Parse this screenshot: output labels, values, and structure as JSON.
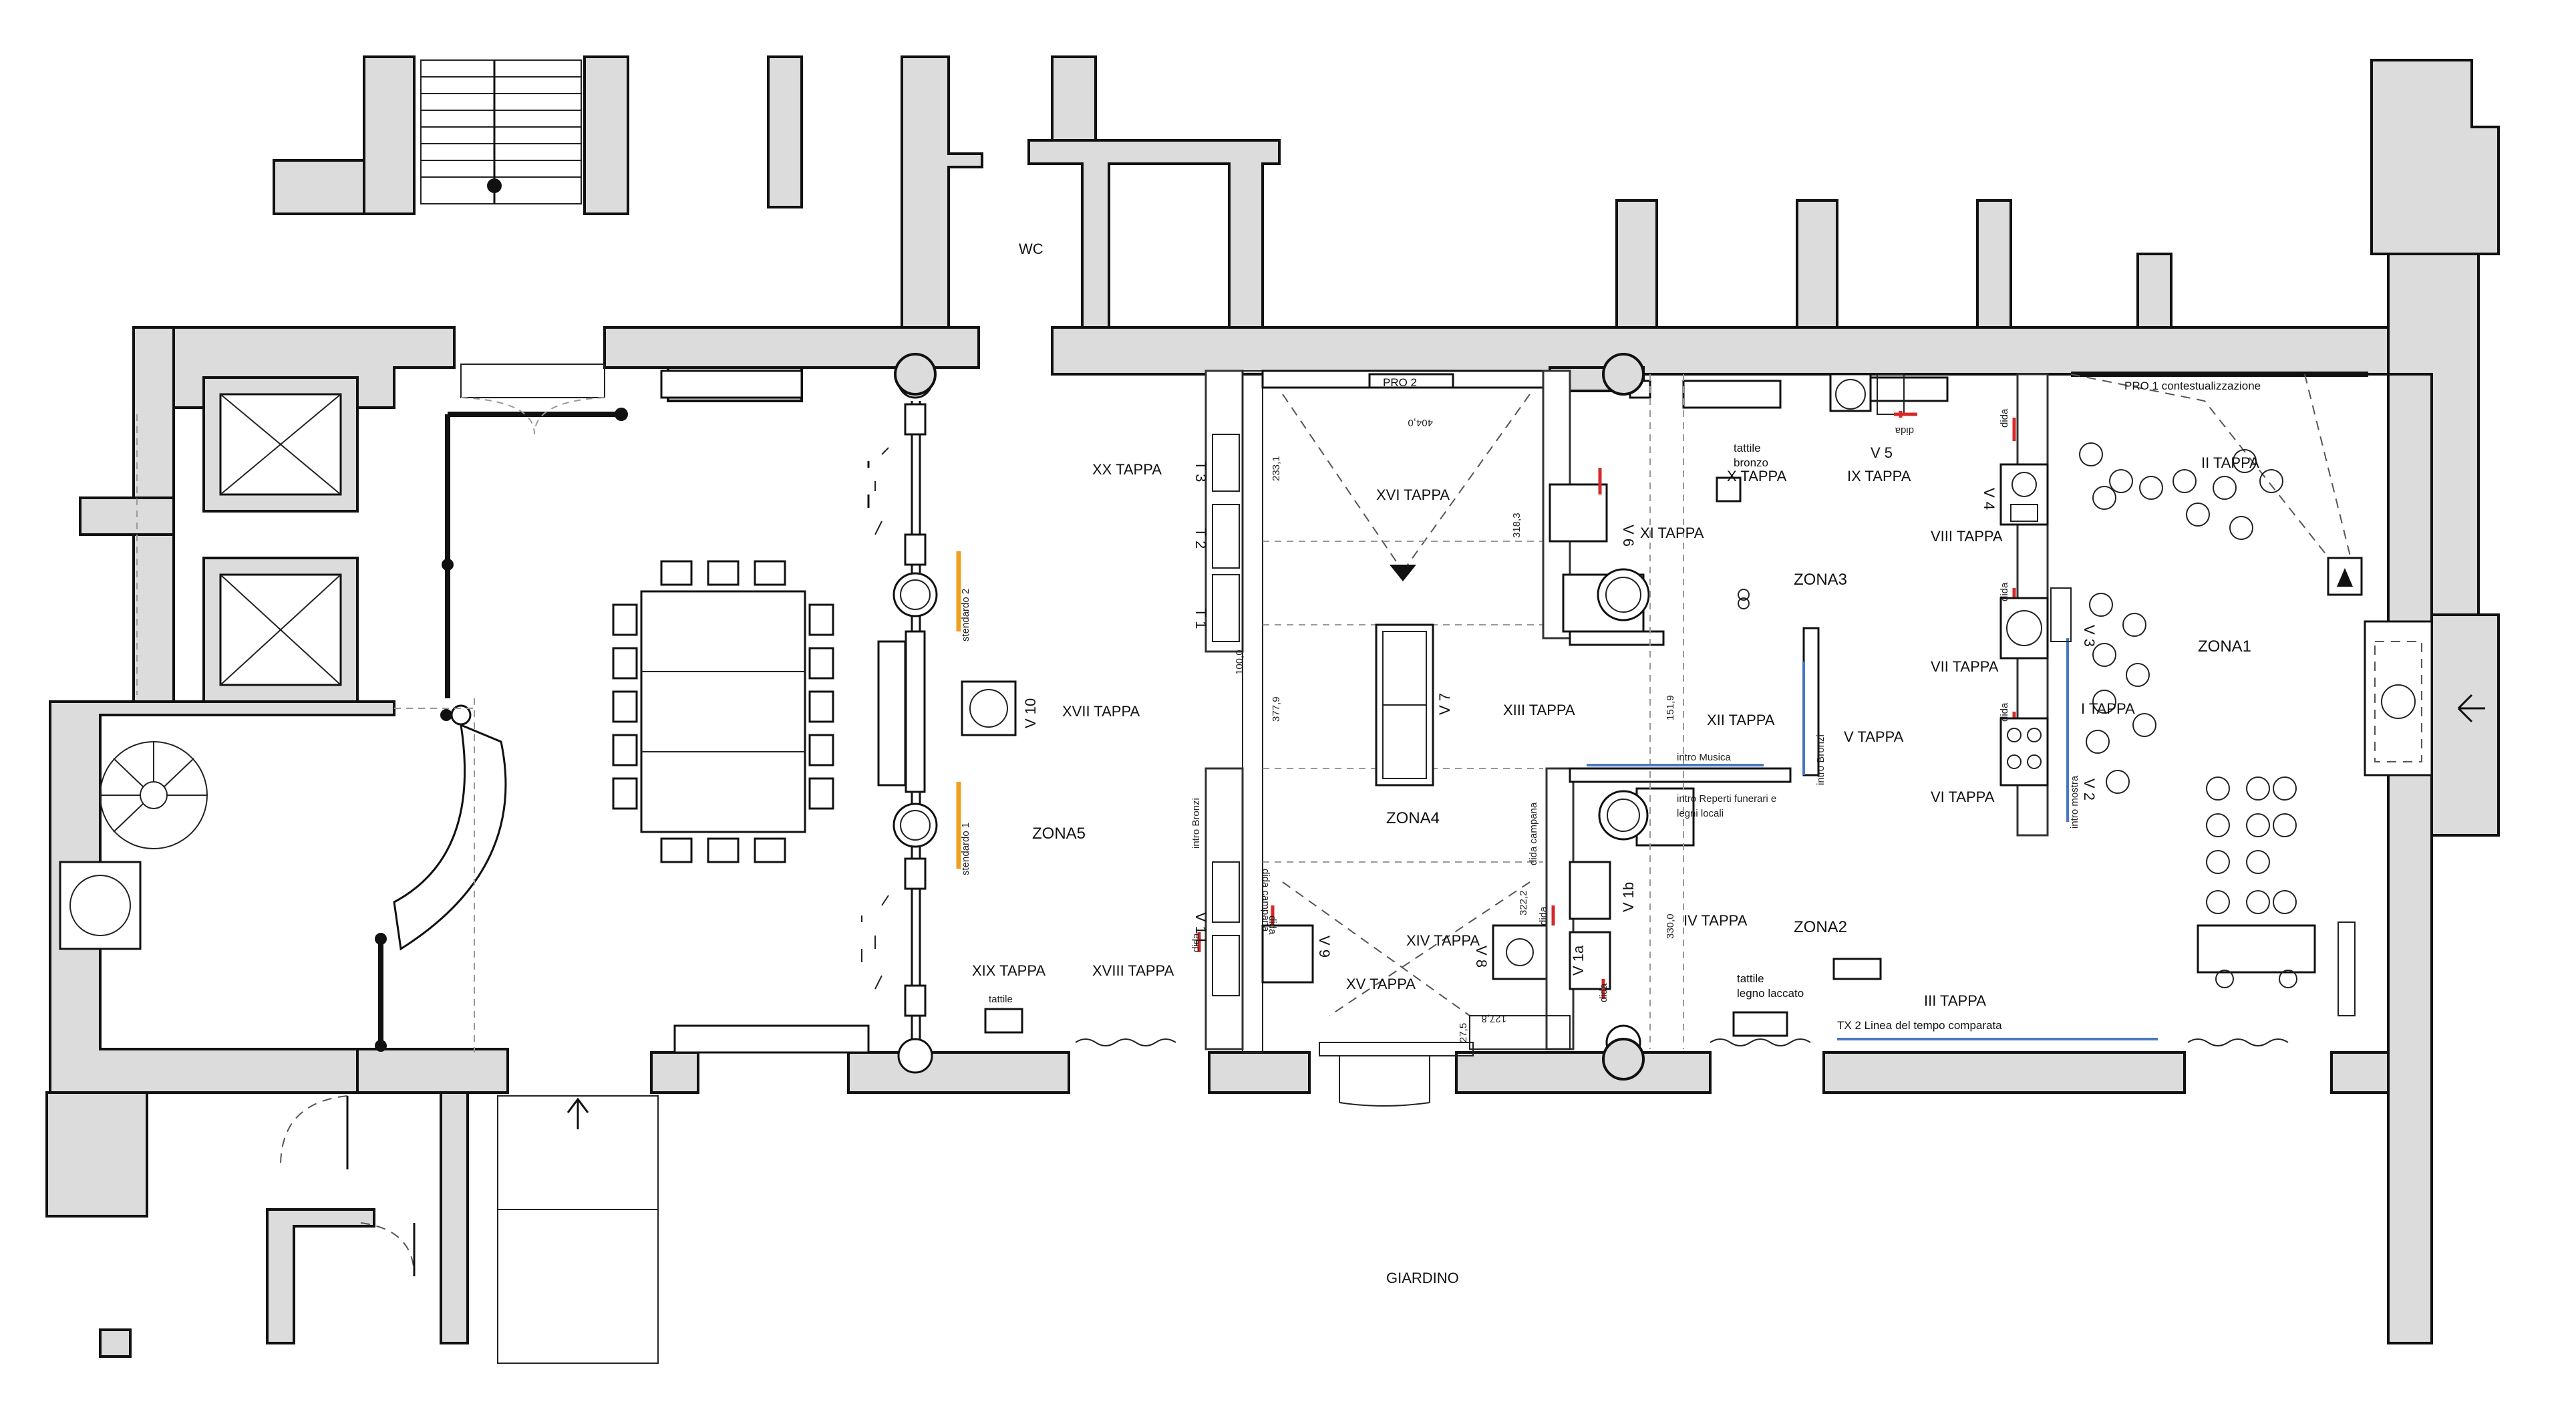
{
  "rooms": {
    "wc": "WC",
    "giardino": "GIARDINO"
  },
  "zones": {
    "z1": "ZONA1",
    "z2": "ZONA2",
    "z3": "ZONA3",
    "z4": "ZONA4",
    "z5": "ZONA5"
  },
  "tappe": {
    "t1": "I TAPPA",
    "t2": "II TAPPA",
    "t3": "III TAPPA",
    "t4": "IV TAPPA",
    "t5": "V TAPPA",
    "t6": "VI TAPPA",
    "t7": "VII TAPPA",
    "t8": "VIII TAPPA",
    "t9": "IX TAPPA",
    "t10": "X TAPPA",
    "t11": "XI TAPPA",
    "t12": "XII TAPPA",
    "t13": "XIII TAPPA",
    "t14": "XIV TAPPA",
    "t15": "XV TAPPA",
    "t16": "XVI TAPPA",
    "t17": "XVII TAPPA",
    "t18": "XVIII TAPPA",
    "t19": "XIX TAPPA",
    "t20": "XX TAPPA"
  },
  "vitrines": {
    "v1a": "V 1a",
    "v1b": "V 1b",
    "v1l": "V 1 L",
    "v2": "V 2",
    "v3": "V 3",
    "v4": "V 4",
    "v5": "V 5",
    "v6": "V 6",
    "v7": "V 7",
    "v8": "V 8",
    "v9": "V 9",
    "v10": "V 10"
  },
  "totems": {
    "t1": "T 1",
    "t2": "T 2",
    "t3": "T 3"
  },
  "labels": {
    "pro1": "PRO 1  contestualizzazione",
    "pro2": "PRO 2",
    "tx2": "TX 2  Linea del tempo comparata",
    "tattile_bronzo_1": "tattile",
    "tattile_bronzo_2": "bronzo",
    "tattile_legno_1": "tattile",
    "tattile_legno_2": "legno laccato",
    "tattile_z5": "tattile",
    "stendardo1": "stendardo 1",
    "stendardo2": "stendardo 2",
    "intro_musica": "intro Musica",
    "intro_reperti_1": "intro Reperti funerari e",
    "intro_reperti_2": "legni locali",
    "intro_bronzi_right": "intro Bronzi",
    "intro_bronzi_left": "intro Bronzi",
    "intro_mostra": "intro mostra",
    "dida": "dida",
    "dida_campana": "dida campana"
  },
  "dimensions": {
    "d404": "404,0",
    "d233": "233,1",
    "d318": "318,3",
    "d377": "377,9",
    "d151": "151,9",
    "d322": "322,2",
    "d330": "330,0",
    "d127": "127,8",
    "d27": "27,5",
    "d100": "100,0"
  },
  "colors": {
    "wall": "#dcdcdc",
    "stendardo": "#f0a020",
    "intro_line": "#4a78c2",
    "dida_mark": "#d62828"
  }
}
